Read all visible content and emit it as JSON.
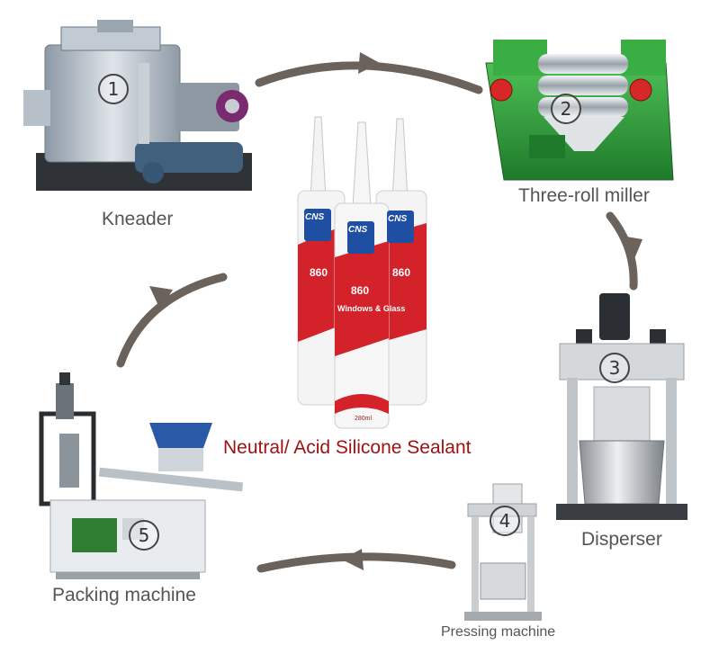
{
  "diagram": {
    "title": "Neutral/ Acid Silicone Sealant",
    "steps": [
      {
        "number": "1",
        "label": "Kneader"
      },
      {
        "number": "2",
        "label": "Three-roll miller"
      },
      {
        "number": "3",
        "label": "Disperser"
      },
      {
        "number": "4",
        "label": "Pressing machine"
      },
      {
        "number": "5",
        "label": "Packing machine"
      }
    ],
    "product": {
      "brand": "CNS",
      "model": "860",
      "line": "Windows & Glass",
      "volume": "280ml"
    },
    "colors": {
      "title": "#9e1111",
      "label": "#555555",
      "arrow": "#6b625c",
      "kneader": "#a9b4bf",
      "miller": "#2e9c3a",
      "disperser": "#cfd3d6",
      "tube_red": "#d3222a"
    }
  }
}
